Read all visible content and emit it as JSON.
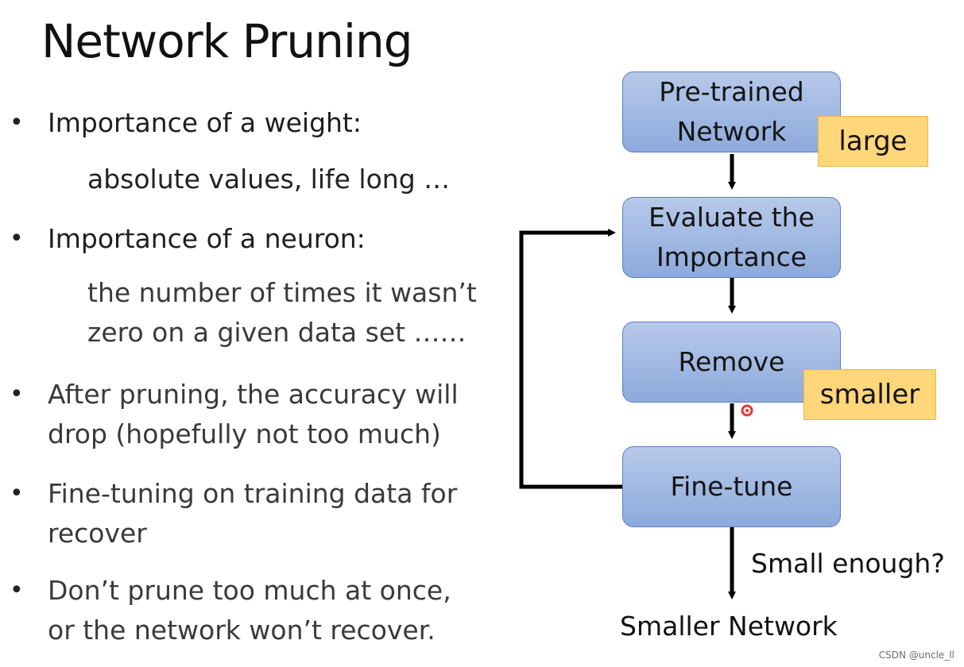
{
  "title": "Network Pruning",
  "bullets": [
    {
      "text": "Importance of a weight:",
      "sub": [
        "absolute values, life long …"
      ]
    },
    {
      "text": "Importance of a neuron:",
      "sub": [
        "the number of times it wasn’t",
        "zero on a given data set ……"
      ]
    },
    {
      "lines": [
        "After pruning, the accuracy will",
        "drop (hopefully not too much)"
      ]
    },
    {
      "lines": [
        "Fine-tuning on training data for",
        "recover"
      ]
    },
    {
      "lines": [
        "Don’t prune too much at once,",
        "or the network won’t recover."
      ]
    }
  ],
  "flow": {
    "pretrained": [
      "Pre-trained",
      "Network"
    ],
    "evaluate": [
      "Evaluate the",
      "Importance"
    ],
    "remove": "Remove",
    "finetune": "Fine-tune",
    "tag_large": "large",
    "tag_smaller": "smaller",
    "question": "Small enough?",
    "result": "Smaller Network"
  },
  "watermark": "CSDN @uncle_ll",
  "colors": {
    "box_fill": "#a3bbe3",
    "box_border": "#5b7fc2",
    "tag_fill": "#ffd67a",
    "cursor_dot": "#e53935"
  }
}
